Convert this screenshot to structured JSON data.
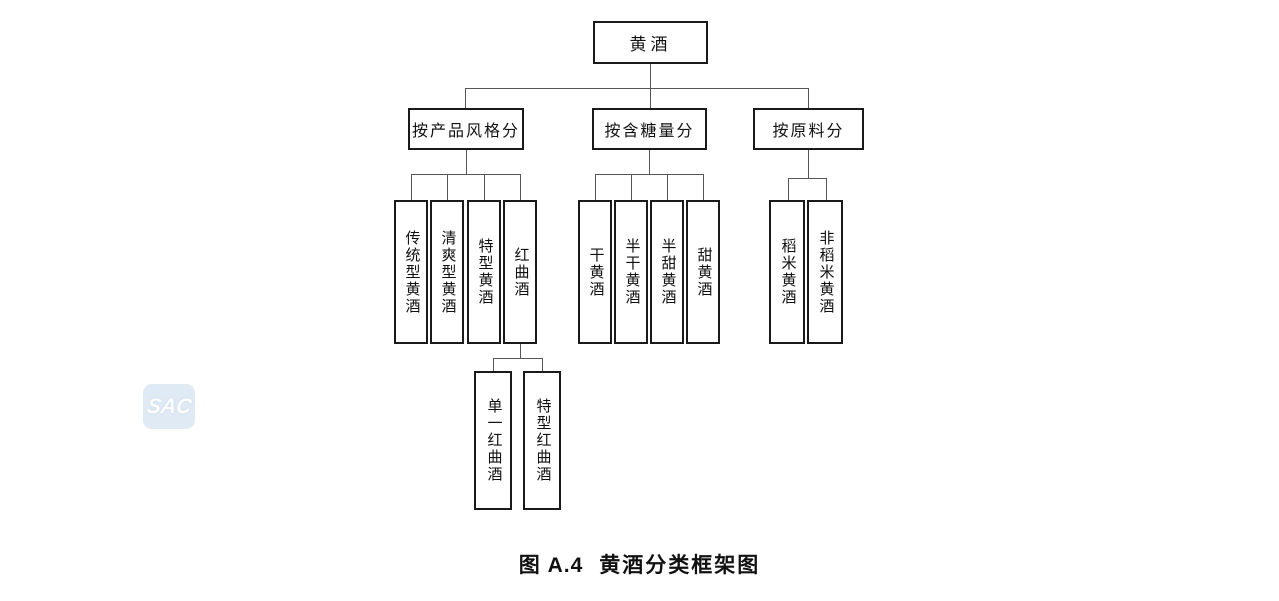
{
  "figure": {
    "root_label": "黄酒",
    "groups": [
      {
        "label": "按产品风格分",
        "children": [
          "传统型黄酒",
          "清爽型黄酒",
          "特型黄酒",
          "红曲酒"
        ]
      },
      {
        "label": "按含糖量分",
        "children": [
          "干黄酒",
          "半干黄酒",
          "半甜黄酒",
          "甜黄酒"
        ]
      },
      {
        "label": "按原料分",
        "children": [
          "稻米黄酒",
          "非稻米黄酒"
        ]
      }
    ],
    "subgroup": {
      "parent_label": "红曲酒",
      "children": [
        "单一红曲酒",
        "特型红曲酒"
      ]
    }
  },
  "caption": {
    "figure_number": "图  A.4",
    "title": "黄酒分类框架图"
  },
  "watermark": {
    "text": "SAC"
  },
  "colors": {
    "background": "#ffffff",
    "box_border": "#1a1a1a",
    "connector_line": "#555555",
    "watermark_background": "#dde8f4",
    "watermark_text": "#ffffff"
  }
}
